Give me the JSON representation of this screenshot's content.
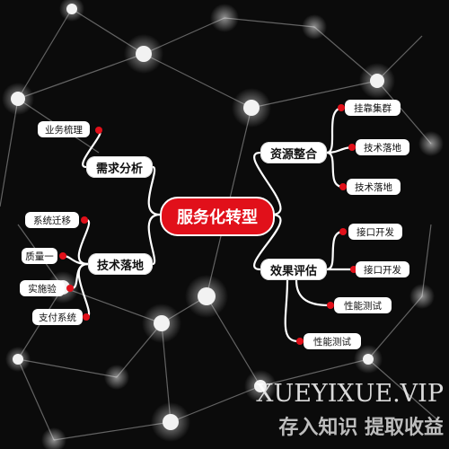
{
  "center": {
    "label": "服务化转型"
  },
  "branches": {
    "xuqiu": {
      "label": "需求分析",
      "leaves": [
        "业务梳理"
      ]
    },
    "jishu": {
      "label": "技术落地",
      "leaves": [
        "系统迁移",
        "质量一",
        "实施验",
        "支付系统"
      ]
    },
    "ziyuan": {
      "label": "资源整合",
      "leaves": [
        "挂靠集群",
        "技术落地",
        "技术落地"
      ]
    },
    "xiaoguo": {
      "label": "效果评估",
      "leaves": [
        "接口开发",
        "接口开发",
        "性能测试",
        "性能测试"
      ]
    }
  },
  "watermark": {
    "line1": "XUEYIXUE.VIP",
    "line2": "存入知识 提取收益"
  },
  "colors": {
    "accent": "#e1101a",
    "background": "#0b0b0b",
    "node": "#ffffff"
  }
}
